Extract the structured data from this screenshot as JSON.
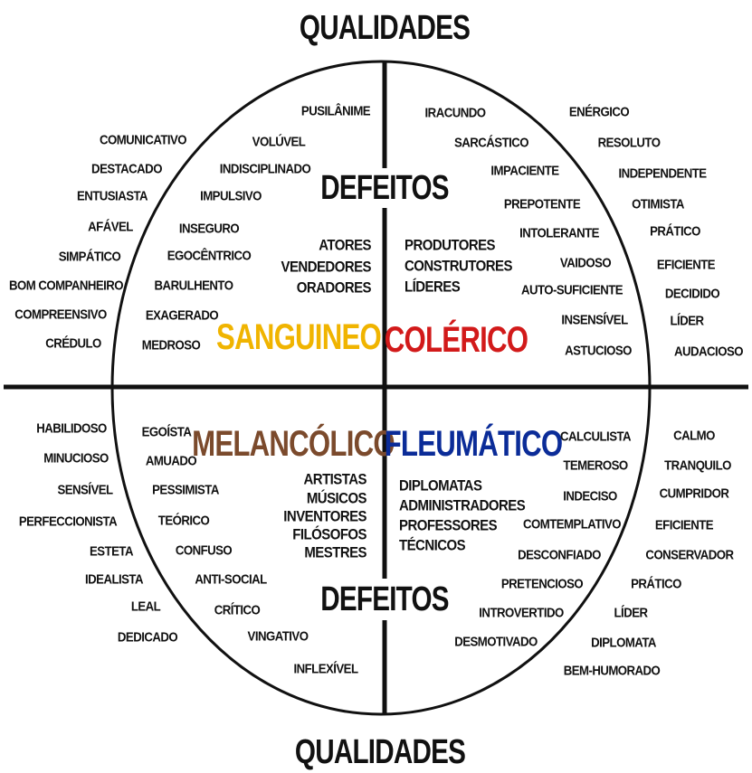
{
  "title_top": "QUALIDADES",
  "title_bottom": "QUALIDADES",
  "defects_top": "DEFEITOS",
  "defects_bottom": "DEFEITOS",
  "colors": {
    "sanguineo": "#f0b400",
    "colerico": "#d21a1a",
    "melancolico": "#7b4a2c",
    "fleumatico": "#0b2c98"
  },
  "sanguineo": {
    "name": "SANGUINEO",
    "qualities": [
      "COMUNICATIVO",
      "DESTACADO",
      "ENTUSIASTA",
      "AFÁVEL",
      "SIMPÁTICO",
      "BOM COMPANHEIRO",
      "COMPREENSIVO",
      "CRÉDULO"
    ],
    "defects": [
      "PUSILÂNIME",
      "VOLÚVEL",
      "INDISCIPLINADO",
      "IMPULSIVO",
      "INSEGURO",
      "EGOCÊNTRICO",
      "BARULHENTO",
      "EXAGERADO",
      "MEDROSO"
    ],
    "roles": [
      "ATORES",
      "VENDEDORES",
      "ORADORES"
    ]
  },
  "colerico": {
    "name": "COLÉRICO",
    "defects": [
      "IRACUNDO",
      "SARCÁSTICO",
      "IMPACIENTE",
      "PREPOTENTE",
      "INTOLERANTE",
      "VAIDOSO",
      "AUTO-SUFICIENTE",
      "INSENSÍVEL",
      "ASTUCIOSO"
    ],
    "qualities": [
      "ENÉRGICO",
      "RESOLUTO",
      "INDEPENDENTE",
      "OTIMISTA",
      "PRÁTICO",
      "EFICIENTE",
      "DECIDIDO",
      "LÍDER",
      "AUDACIOSO"
    ],
    "roles": [
      "PRODUTORES",
      "CONSTRUTORES",
      "LÍDERES"
    ]
  },
  "melancolico": {
    "name": "MELANCÓLICO",
    "qualities": [
      "HABILIDOSO",
      "MINUCIOSO",
      "SENSÍVEL",
      "PERFECCIONISTA",
      "ESTETA",
      "IDEALISTA",
      "LEAL",
      "DEDICADO"
    ],
    "defects": [
      "EGOÍSTA",
      "AMUADO",
      "PESSIMISTA",
      "TEÓRICO",
      "CONFUSO",
      "ANTI-SOCIAL",
      "CRÍTICO",
      "VINGATIVO",
      "INFLEXÍVEL"
    ],
    "roles": [
      "ARTISTAS",
      "MÚSICOS",
      "INVENTORES",
      "FILÓSOFOS",
      "MESTRES"
    ]
  },
  "fleumatico": {
    "name": "FLEUMÁTICO",
    "defects": [
      "CALCULISTA",
      "TEMEROSO",
      "INDECISO",
      "COMTEMPLATIVO",
      "DESCONFIADO",
      "PRETENCIOSO",
      "INTROVERTIDO",
      "DESMOTIVADO"
    ],
    "qualities": [
      "CALMO",
      "TRANQUILO",
      "CUMPRIDOR",
      "EFICIENTE",
      "CONSERVADOR",
      "PRÁTICO",
      "LÍDER",
      "DIPLOMATA",
      "BEM-HUMORADO"
    ],
    "roles": [
      "DIPLOMATAS",
      "ADMINISTRADORES",
      "PROFESSORES",
      "TÉCNICOS"
    ]
  }
}
